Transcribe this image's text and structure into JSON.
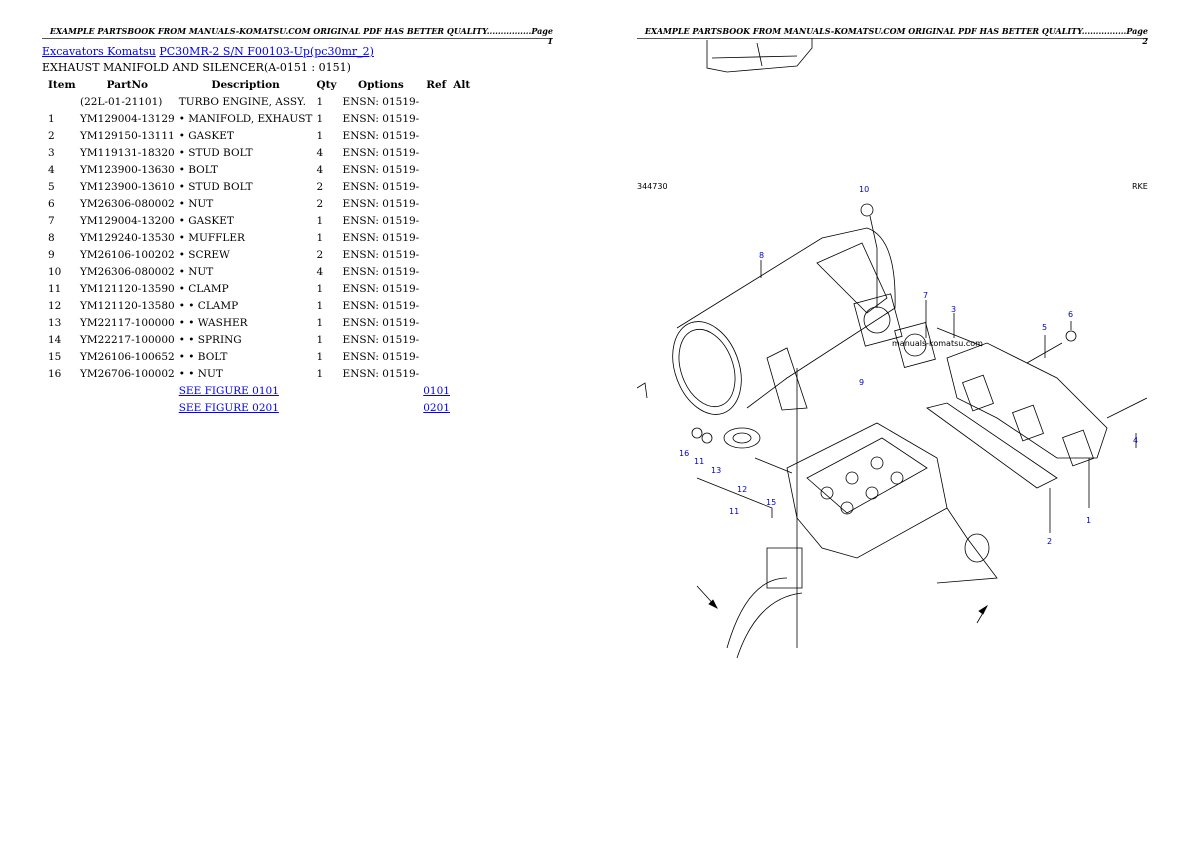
{
  "page1_header": "EXAMPLE PARTSBOOK FROM MANUALS-KOMATSU.COM ORIGINAL PDF HAS BETTER QUALITY................Page 1",
  "page2_header": "EXAMPLE PARTSBOOK FROM MANUALS-KOMATSU.COM ORIGINAL PDF HAS BETTER QUALITY................Page 2",
  "breadcrumb": {
    "category": "Excavators Komatsu",
    "model": "PC30MR-2 S/N F00103-Up(pc30mr_2)"
  },
  "section_title": "EXHAUST MANIFOLD AND SILENCER(A-0151 : 0151)",
  "table": {
    "headers": {
      "item": "Item",
      "partno": "PartNo",
      "description": "Description",
      "qty": "Qty",
      "options": "Options",
      "ref": "Ref",
      "alt": "Alt"
    },
    "rows": [
      {
        "item": "",
        "partno": "(22L-01-21101)",
        "description": "TURBO ENGINE, ASSY.",
        "qty": "1",
        "options": "ENSN: 01519-"
      },
      {
        "item": "1",
        "partno": "YM129004-13129",
        "description": "• MANIFOLD, EXHAUST",
        "qty": "1",
        "options": "ENSN: 01519-"
      },
      {
        "item": "2",
        "partno": "YM129150-13111",
        "description": "• GASKET",
        "qty": "1",
        "options": "ENSN: 01519-"
      },
      {
        "item": "3",
        "partno": "YM119131-18320",
        "description": "• STUD BOLT",
        "qty": "4",
        "options": "ENSN: 01519-"
      },
      {
        "item": "4",
        "partno": "YM123900-13630",
        "description": "• BOLT",
        "qty": "4",
        "options": "ENSN: 01519-"
      },
      {
        "item": "5",
        "partno": "YM123900-13610",
        "description": "• STUD BOLT",
        "qty": "2",
        "options": "ENSN: 01519-"
      },
      {
        "item": "6",
        "partno": "YM26306-080002",
        "description": "• NUT",
        "qty": "2",
        "options": "ENSN: 01519-"
      },
      {
        "item": "7",
        "partno": "YM129004-13200",
        "description": "• GASKET",
        "qty": "1",
        "options": "ENSN: 01519-"
      },
      {
        "item": "8",
        "partno": "YM129240-13530",
        "description": "• MUFFLER",
        "qty": "1",
        "options": "ENSN: 01519-"
      },
      {
        "item": "9",
        "partno": "YM26106-100202",
        "description": "• SCREW",
        "qty": "2",
        "options": "ENSN: 01519-"
      },
      {
        "item": "10",
        "partno": "YM26306-080002",
        "description": "• NUT",
        "qty": "4",
        "options": "ENSN: 01519-"
      },
      {
        "item": "11",
        "partno": "YM121120-13590",
        "description": "• CLAMP",
        "qty": "1",
        "options": "ENSN: 01519-"
      },
      {
        "item": "12",
        "partno": "YM121120-13580",
        "description": "• • CLAMP",
        "qty": "1",
        "options": "ENSN: 01519-"
      },
      {
        "item": "13",
        "partno": "YM22117-100000",
        "description": "• • WASHER",
        "qty": "1",
        "options": "ENSN: 01519-"
      },
      {
        "item": "14",
        "partno": "YM22217-100000",
        "description": "• • SPRING",
        "qty": "1",
        "options": "ENSN: 01519-"
      },
      {
        "item": "15",
        "partno": "YM26106-100652",
        "description": "• • BOLT",
        "qty": "1",
        "options": "ENSN: 01519-"
      },
      {
        "item": "16",
        "partno": "YM26706-100002",
        "description": "• • NUT",
        "qty": "1",
        "options": "ENSN: 01519-"
      }
    ],
    "see_figures": [
      {
        "label": "SEE FIGURE 0101",
        "ref": "0101"
      },
      {
        "label": "SEE FIGURE 0201",
        "ref": "0201"
      }
    ]
  },
  "diagram": {
    "figure_code": "344730",
    "corner_code": "RKE",
    "watermark": "manuals-komatsu.com",
    "callouts": [
      "10",
      "8",
      "7",
      "3",
      "5",
      "6",
      "9",
      "4",
      "1",
      "2",
      "16",
      "11",
      "13",
      "12",
      "15",
      "11"
    ]
  }
}
